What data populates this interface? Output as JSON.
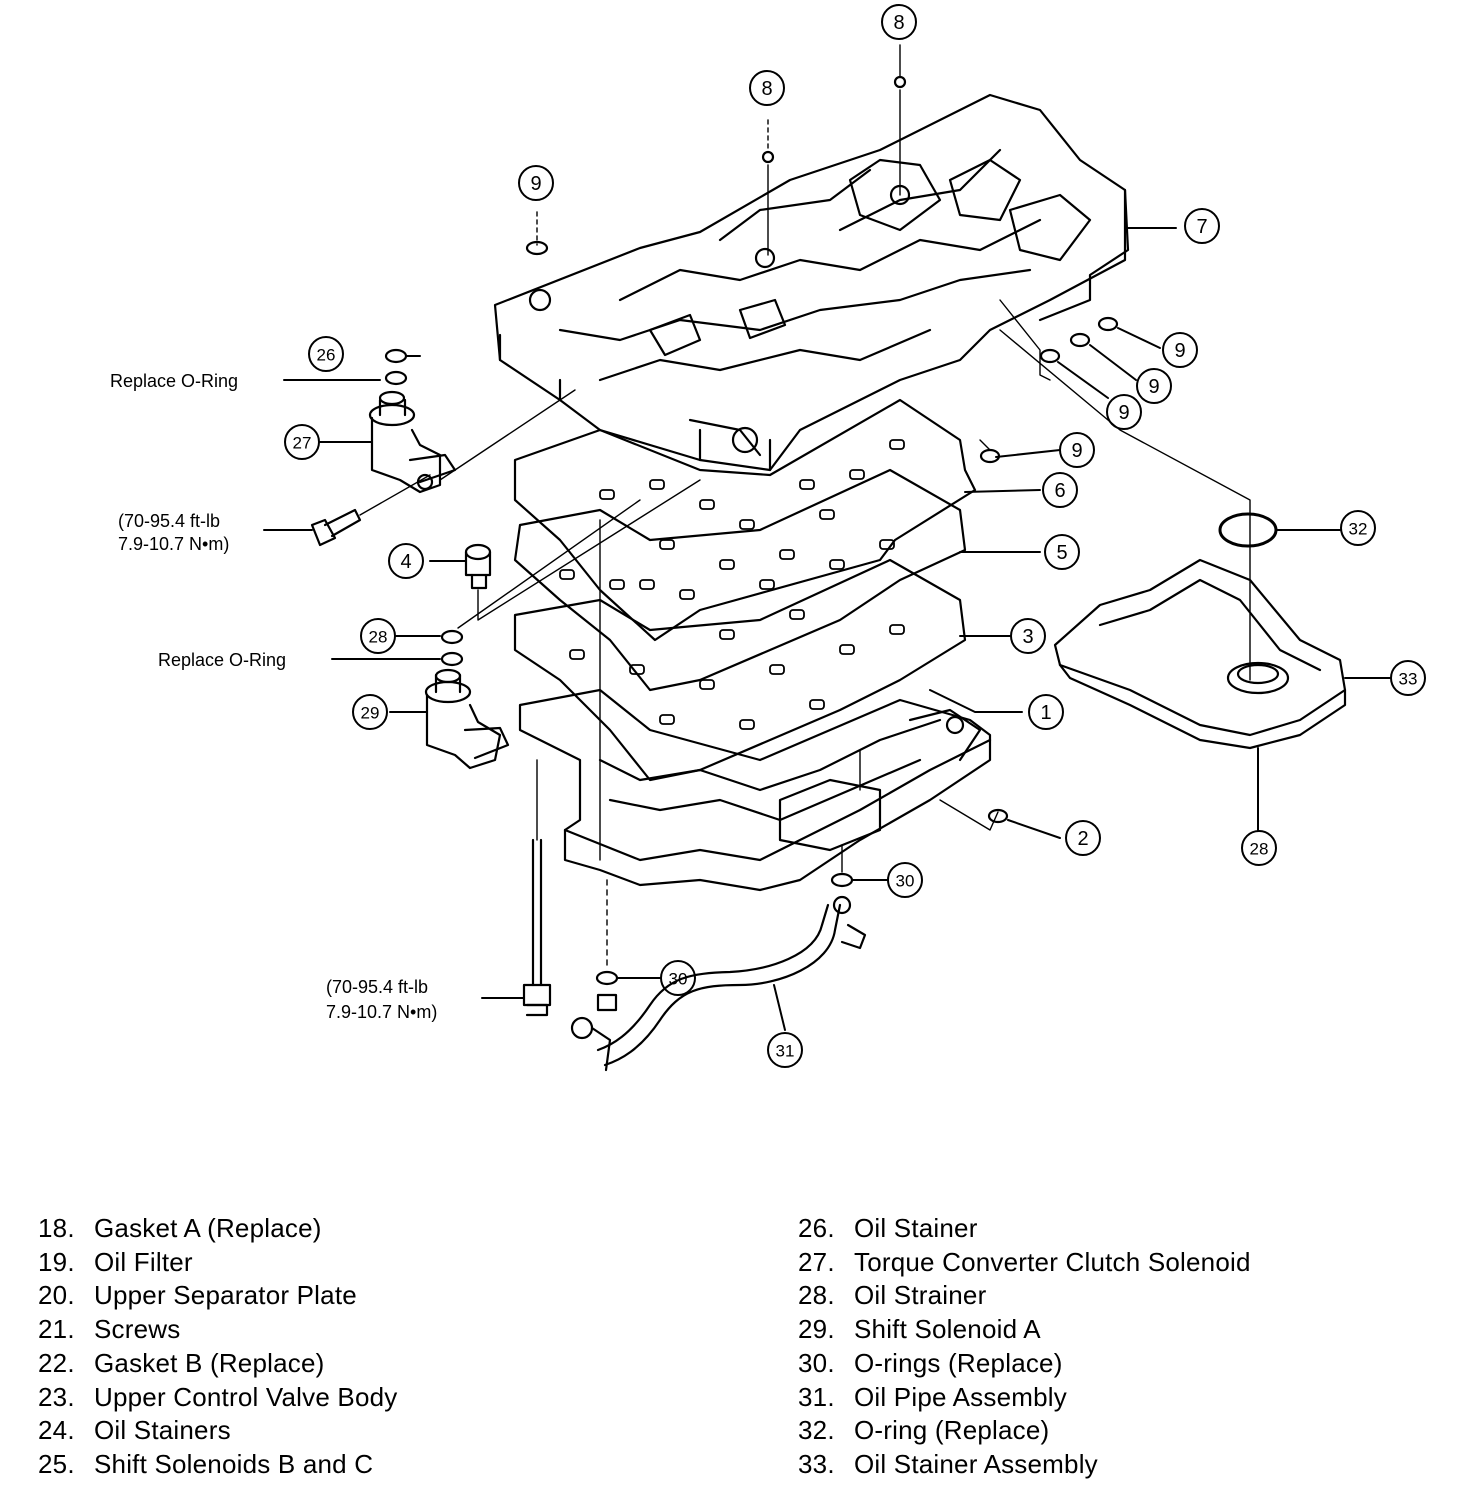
{
  "callouts": {
    "c1": "1",
    "c2": "2",
    "c3": "3",
    "c4": "4",
    "c5": "5",
    "c6": "6",
    "c7": "7",
    "c8a": "8",
    "c8b": "8",
    "c9a": "9",
    "c9b": "9",
    "c9c": "9",
    "c9d": "9",
    "c9e": "9",
    "c26": "26",
    "c27": "27",
    "c28a": "28",
    "c28b": "28",
    "c29": "29",
    "c30a": "30",
    "c30b": "30",
    "c31": "31",
    "c32": "32",
    "c33": "33"
  },
  "annotations": {
    "oring_upper": "Replace O-Ring",
    "oring_lower": "Replace O-Ring",
    "torque_upper_1": "(70-95.4 ft-lb",
    "torque_upper_2": "7.9-10.7 N•m)",
    "torque_lower_1": "(70-95.4 ft-lb",
    "torque_lower_2": "7.9-10.7 N•m)"
  },
  "legend": {
    "left": [
      {
        "num": "18.",
        "label": "Gasket A (Replace)"
      },
      {
        "num": "19.",
        "label": "Oil Filter"
      },
      {
        "num": "20.",
        "label": "Upper Separator Plate"
      },
      {
        "num": "21.",
        "label": "Screws"
      },
      {
        "num": "22.",
        "label": "Gasket B (Replace)"
      },
      {
        "num": "23.",
        "label": "Upper Control Valve Body"
      },
      {
        "num": "24.",
        "label": "Oil Stainers"
      },
      {
        "num": "25.",
        "label": "Shift Solenoids B and C"
      }
    ],
    "right": [
      {
        "num": "26.",
        "label": "Oil Stainer"
      },
      {
        "num": "27.",
        "label": "Torque Converter Clutch Solenoid"
      },
      {
        "num": "28.",
        "label": "Oil Strainer"
      },
      {
        "num": "29.",
        "label": "Shift Solenoid A"
      },
      {
        "num": "30.",
        "label": "O-rings (Replace)"
      },
      {
        "num": "31.",
        "label": "Oil Pipe Assembly"
      },
      {
        "num": "32.",
        "label": "O-ring (Replace)"
      },
      {
        "num": "33.",
        "label": "Oil Stainer Assembly"
      }
    ]
  }
}
